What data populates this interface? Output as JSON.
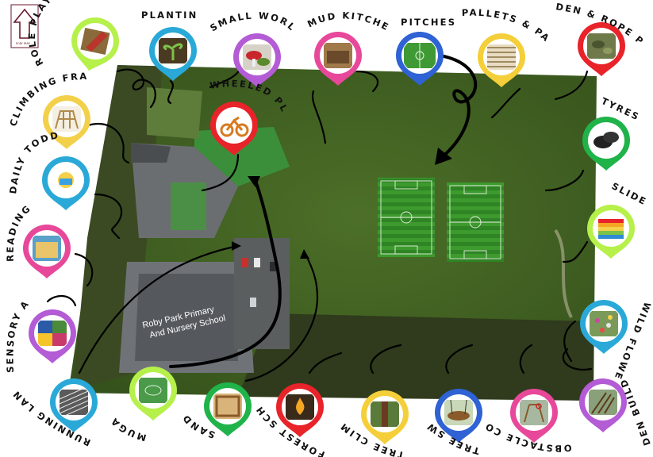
{
  "logo": {
    "caption": "ROBY PARK",
    "icon": "house-arrow-logo"
  },
  "school_label": {
    "line1": "Roby Park Primary",
    "line2": "And Nursery School"
  },
  "locations": [
    {
      "id": "role-play",
      "label": "Role Play & Stage",
      "ring": "#b6f04a",
      "icon": "stage-icon"
    },
    {
      "id": "planting",
      "label": "Planting",
      "ring": "#2aa9d8",
      "icon": "seedling-icon"
    },
    {
      "id": "small-world",
      "label": "Small World",
      "ring": "#b45bd6",
      "icon": "mushroom-icon"
    },
    {
      "id": "mud-kitchens",
      "label": "Mud Kitchens",
      "ring": "#e8489a",
      "icon": "kitchen-icon"
    },
    {
      "id": "pitches",
      "label": "Pitches",
      "ring": "#2f62d4",
      "icon": "pitch-icon"
    },
    {
      "id": "pallets",
      "label": "Pallets & Panels",
      "ring": "#f5cf3a",
      "icon": "pallet-icon"
    },
    {
      "id": "den-rope",
      "label": "Den & Rope Play",
      "ring": "#e8232a",
      "icon": "camo-icon"
    },
    {
      "id": "climbing-frame",
      "label": "Climbing Frame",
      "ring": "#f3d04a",
      "icon": "climbing-frame-icon"
    },
    {
      "id": "wheeled-play",
      "label": "Wheeled Play",
      "ring": "#e8232a",
      "icon": "balance-bike-icon"
    },
    {
      "id": "tyres",
      "label": "Tyres",
      "ring": "#1fb34a",
      "icon": "tyre-icon"
    },
    {
      "id": "daily-toddle",
      "label": "Daily Toddle",
      "ring": "#2aa9d8",
      "icon": "daily-toddle-icon"
    },
    {
      "id": "slides",
      "label": "Slides",
      "ring": "#b6f04a",
      "icon": "slide-icon"
    },
    {
      "id": "reading-shed",
      "label": "Reading Shed",
      "ring": "#e8489a",
      "icon": "shed-icon"
    },
    {
      "id": "wild-flowers",
      "label": "Wild Flowers",
      "ring": "#2aa9d8",
      "icon": "flower-icon"
    },
    {
      "id": "sensory-area",
      "label": "Sensory Area",
      "ring": "#b45bd6",
      "icon": "sensory-icon"
    },
    {
      "id": "running-lanes",
      "label": "Running Lanes",
      "ring": "#2aa9d8",
      "icon": "track-icon"
    },
    {
      "id": "muga",
      "label": "MUGA",
      "ring": "#b6f04a",
      "icon": "muga-icon"
    },
    {
      "id": "sandpit",
      "label": "Sandpit",
      "ring": "#1fb34a",
      "icon": "sandpit-icon"
    },
    {
      "id": "forest-school",
      "label": "Forest School",
      "ring": "#e8232a",
      "icon": "campfire-icon"
    },
    {
      "id": "tree-climbing",
      "label": "Tree Climbing",
      "ring": "#f5cf3a",
      "icon": "tree-icon"
    },
    {
      "id": "tree-swings",
      "label": "Tree Swings",
      "ring": "#2f62d4",
      "icon": "swing-icon"
    },
    {
      "id": "obstacle-course",
      "label": "Obstacle Course",
      "ring": "#e8489a",
      "icon": "obstacle-icon"
    },
    {
      "id": "den-building",
      "label": "Den Building",
      "ring": "#b45bd6",
      "icon": "stick-den-icon"
    }
  ]
}
